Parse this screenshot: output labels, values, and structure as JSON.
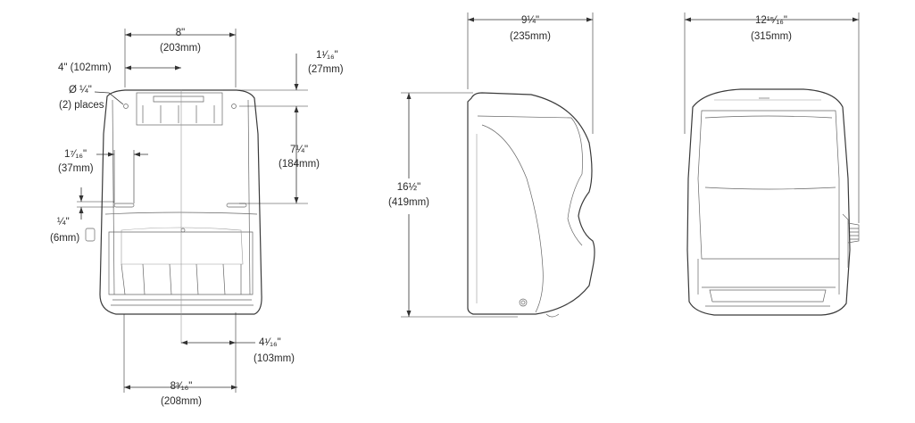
{
  "front_view": {
    "width_top": {
      "value": "8\"",
      "metric": "(203mm)"
    },
    "hole_offset": {
      "value": "4\" (102mm)"
    },
    "hole_dia": {
      "value": "Ø ¼\"",
      "metric": "(2) places"
    },
    "top_offset": {
      "value": "1¹⁄₁₆\"",
      "metric": "(27mm)"
    },
    "hole_spacing": {
      "value": "7¼\"",
      "metric": "(184mm)"
    },
    "side_offset": {
      "value": "1⁷⁄₁₆\"",
      "metric": "(37mm)"
    },
    "slot_height": {
      "value": "¼\"",
      "metric": "(6mm)"
    },
    "bottom_offset": {
      "value": "4¹⁄₁₆\"",
      "metric": "(103mm)"
    },
    "width_bottom": {
      "value": "8³⁄₁₆\"",
      "metric": "(208mm)"
    }
  },
  "side_view": {
    "depth": {
      "value": "9¼\"",
      "metric": "(235mm)"
    },
    "height": {
      "value": "16½\"",
      "metric": "(419mm)"
    }
  },
  "back_view": {
    "width": {
      "value": "12¹⁵⁄₁₆\"",
      "metric": "(315mm)"
    }
  }
}
